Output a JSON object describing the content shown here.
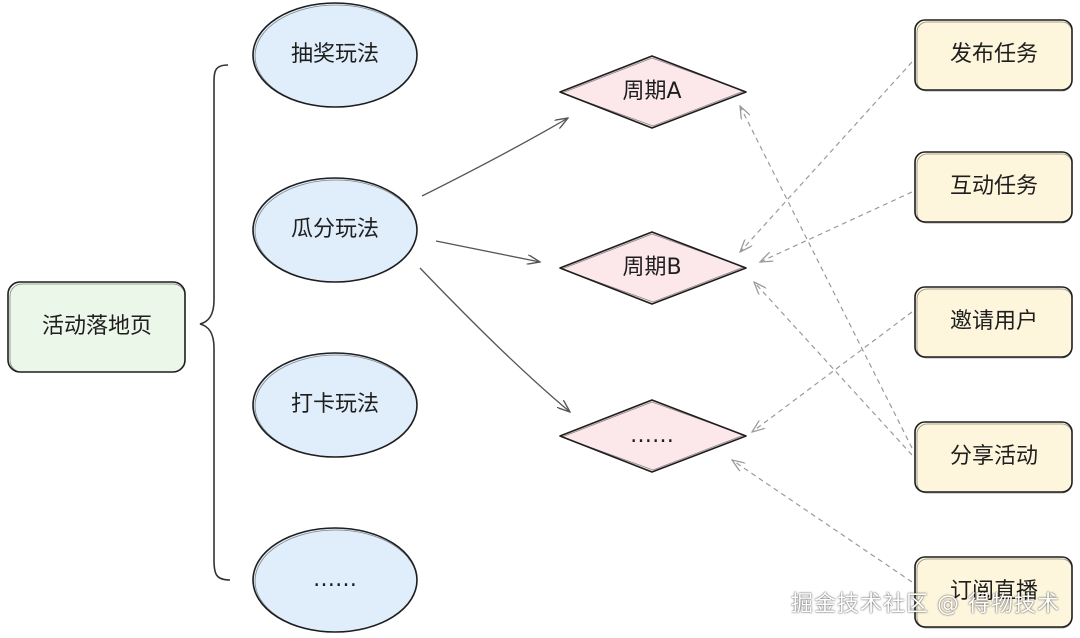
{
  "diagram": {
    "root": {
      "label": "活动落地页",
      "color": "#ebf7e8",
      "stroke": "#1e1e1e"
    },
    "modes": [
      {
        "label": "抽奖玩法"
      },
      {
        "label": "瓜分玩法"
      },
      {
        "label": "打卡玩法"
      },
      {
        "label": "……"
      }
    ],
    "mode_fill": "#e0eefb",
    "cycles": [
      {
        "label": "周期A"
      },
      {
        "label": "周期B"
      },
      {
        "label": "……"
      }
    ],
    "cycle_fill": "#fce8ea",
    "tasks": [
      {
        "label": "发布任务"
      },
      {
        "label": "互动任务"
      },
      {
        "label": "邀请用户"
      },
      {
        "label": "分享活动"
      },
      {
        "label": "订阅直播"
      }
    ],
    "task_fill": "#fdf6dd"
  },
  "watermark": "掘金技术社区 @ 得物技术"
}
